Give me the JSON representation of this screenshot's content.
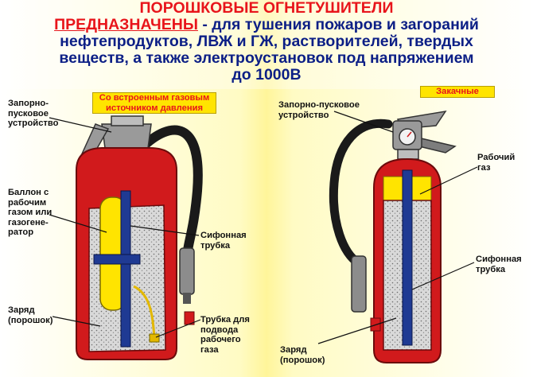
{
  "header": {
    "title": "ПОРОШКОВЫЕ ОГНЕТУШИТЕЛИ",
    "lead": "ПРЕДНАЗНАЧЕНЫ",
    "line1": " - для тушения пожаров и загораний",
    "line2": "нефтепродуктов, ЛВЖ и ГЖ, растворителей, твердых",
    "line3": "веществ, а также электроустановок под напряжением",
    "line4": "до 1000В"
  },
  "left": {
    "tag": "Со встроенным газовым источником давления",
    "labels": {
      "valve": "Запорно-\nпусковое\nустройство",
      "cylinder": "Баллон с\nрабочим\nгазом или\nгазогене-\nратор",
      "siphon": "Сифонная\nтрубка",
      "charge": "Заряд\n(порошок)",
      "gas_tube": "Трубка для\nподвода\nрабочего\nгаза"
    }
  },
  "right": {
    "tag": "Закачные",
    "labels": {
      "valve": "Запорно-пусковое\nустройство",
      "gas": "Рабочий\nгаз",
      "siphon": "Сифонная\nтрубка",
      "charge": "Заряд\n(порошок)"
    }
  },
  "colors": {
    "background": "#fff9a0",
    "body": "#d11a1c",
    "powder": "#d9d9d9",
    "gas": "#ffe400",
    "siphon": "#1f3a93",
    "title": "#e8151b",
    "text": "#0c1f86"
  }
}
